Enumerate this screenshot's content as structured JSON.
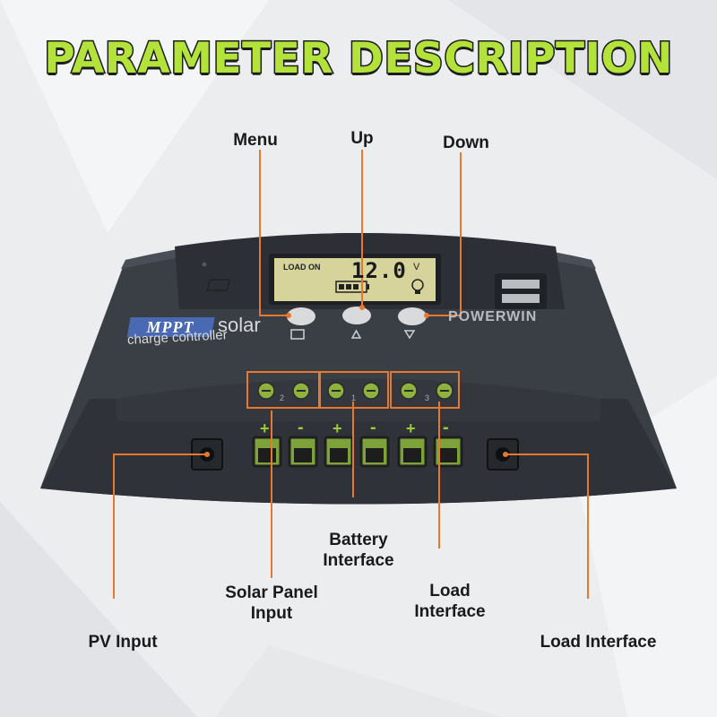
{
  "title": "PARAMETER DESCRIPTION",
  "labels": {
    "menu": "Menu",
    "up": "Up",
    "down": "Down",
    "battery_line1": "Battery",
    "battery_line2": "Interface",
    "solar_line1": "Solar Panel",
    "solar_line2": "Input",
    "load_line1": "Load",
    "load_line2": "Interface",
    "pv_input": "PV Input",
    "load_interface_right": "Load Interface"
  },
  "device": {
    "lcd_status": "LOAD ON",
    "lcd_voltage": "12.0",
    "lcd_unit": "V",
    "badge": "MPPT",
    "brand_line1": "solar",
    "brand_line2": "charge controller",
    "logo": "POWERWIN",
    "terminal_signs": [
      "+",
      "-",
      "+",
      "-",
      "+",
      "-"
    ],
    "terminal_numbers": [
      "2",
      "1",
      "3"
    ]
  },
  "colors": {
    "accent_green": "#b3e23a",
    "callout_orange": "#e8782e",
    "device_body": "#3b3f46",
    "lcd_screen": "#d6d49a"
  },
  "icons": [
    "solar-panel-icon",
    "battery-icon",
    "bulb-icon",
    "menu-icon",
    "up-icon",
    "down-icon"
  ]
}
